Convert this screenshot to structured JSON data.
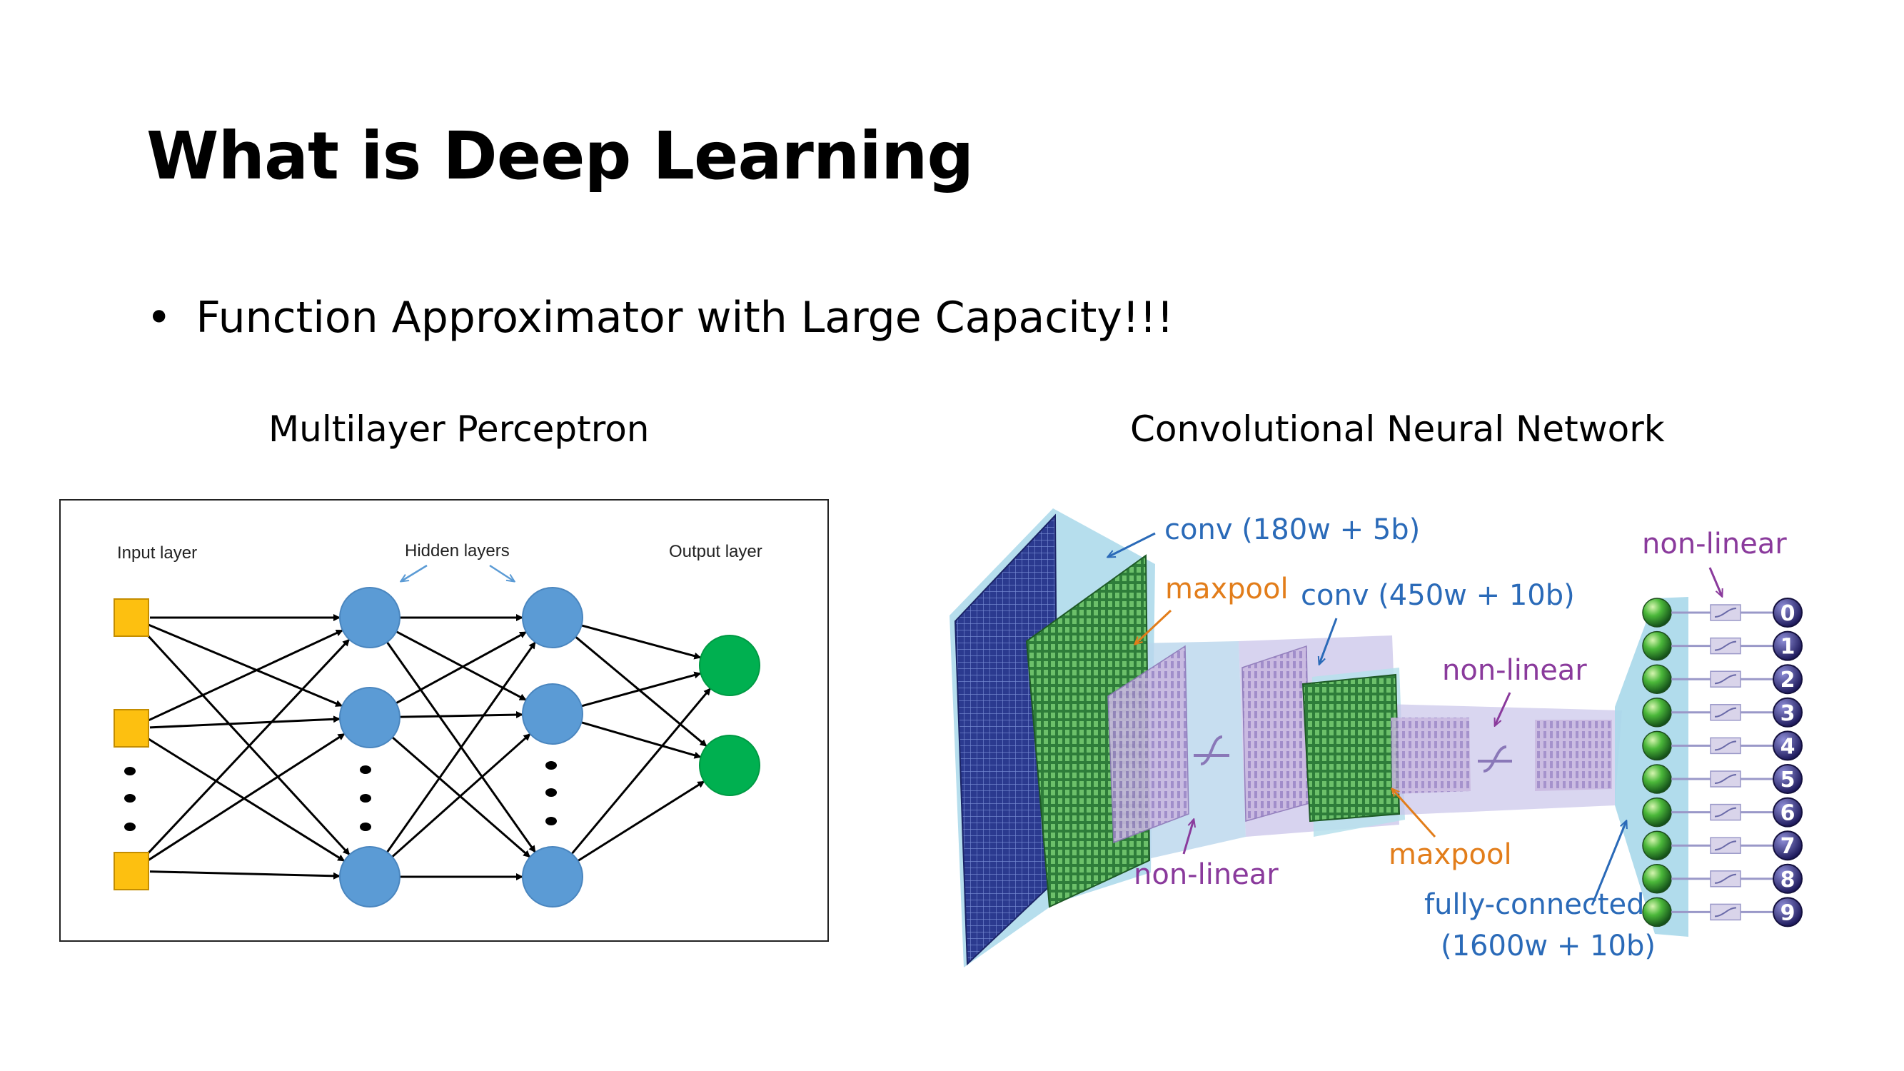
{
  "slide": {
    "title": "What is Deep Learning",
    "bullet_symbol": "•",
    "bullet": "Function Approximator with Large Capacity!!!"
  },
  "mlp": {
    "caption": "Multilayer Perceptron",
    "labels": {
      "input": "Input layer",
      "hidden": "Hidden layers",
      "output": "Output layer"
    },
    "colors": {
      "input": "#fdc010",
      "hidden": "#5b9bd5",
      "output": "#00b050"
    }
  },
  "cnn": {
    "caption": "Convolutional Neural Network",
    "labels": {
      "conv1": "conv (180w + 5b)",
      "maxpool1": "maxpool",
      "conv2": "conv (450w + 10b)",
      "nonlinear1": "non-linear",
      "nonlinear2": "non-linear",
      "maxpool2": "maxpool",
      "nonlinear_out": "non-linear",
      "fc_line1": "fully-connected",
      "fc_line2": "(1600w + 10b)"
    },
    "outputs": [
      "0",
      "1",
      "2",
      "3",
      "4",
      "5",
      "6",
      "7",
      "8",
      "9"
    ],
    "colors": {
      "label_blue": "#2a6ab8",
      "label_orange": "#e27d1a",
      "label_purple": "#8a3a9c",
      "input_plane": "#2b3a8f",
      "green_block": "#2f8a3a",
      "panel": "#a9d8ea"
    }
  }
}
